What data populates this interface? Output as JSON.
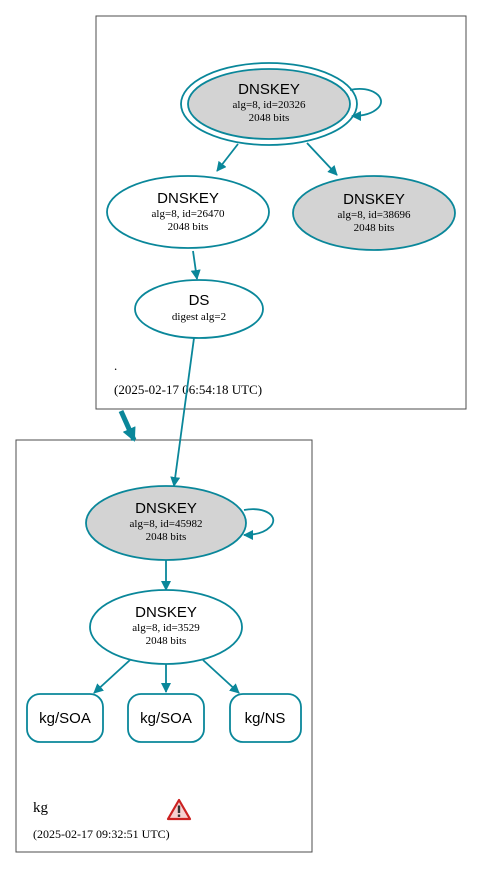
{
  "colors": {
    "edge": "#0a879a",
    "node_fill_gray": "#d3d3d3",
    "node_fill_white": "#ffffff",
    "zone_border": "#4d4d4d",
    "warning_red": "#cc2222"
  },
  "zones": {
    "root": {
      "name": ".",
      "timestamp": "(2025-02-17 06:54:18 UTC)"
    },
    "kg": {
      "name": "kg",
      "timestamp": "(2025-02-17 09:32:51 UTC)",
      "warning_icon": "warning-triangle-icon"
    }
  },
  "nodes": {
    "root_ksk": {
      "title": "DNSKEY",
      "line1": "alg=8, id=20326",
      "line2": "2048 bits"
    },
    "root_zsk1": {
      "title": "DNSKEY",
      "line1": "alg=8, id=26470",
      "line2": "2048 bits"
    },
    "root_zsk2": {
      "title": "DNSKEY",
      "line1": "alg=8, id=38696",
      "line2": "2048 bits"
    },
    "root_ds": {
      "title": "DS",
      "line1": "digest alg=2"
    },
    "kg_ksk": {
      "title": "DNSKEY",
      "line1": "alg=8, id=45982",
      "line2": "2048 bits"
    },
    "kg_zsk": {
      "title": "DNSKEY",
      "line1": "alg=8, id=3529",
      "line2": "2048 bits"
    },
    "kg_soa1": {
      "title": "kg/SOA"
    },
    "kg_soa2": {
      "title": "kg/SOA"
    },
    "kg_ns": {
      "title": "kg/NS"
    }
  }
}
